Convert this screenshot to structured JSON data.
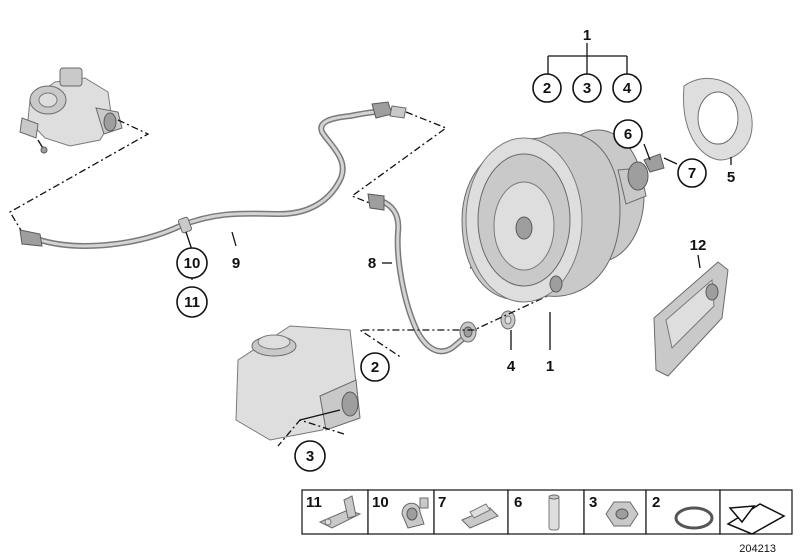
{
  "diagram": {
    "id_number": "204213",
    "callouts": {
      "top_group": "1",
      "sub_a": "2",
      "sub_b": "3",
      "sub_c": "4",
      "gasket": "5",
      "pin": "6",
      "clip": "7",
      "pipe": "8",
      "hose": "9",
      "clamp": "10",
      "bracket_clip": "11",
      "bracket": "12",
      "booster": "1",
      "seal": "4",
      "oring": "2",
      "nut": "3"
    },
    "legend": [
      {
        "num": "11",
        "icon": "bracket-clip-icon"
      },
      {
        "num": "10",
        "icon": "hose-clamp-icon"
      },
      {
        "num": "7",
        "icon": "spring-clip-icon"
      },
      {
        "num": "6",
        "icon": "pin-icon"
      },
      {
        "num": "3",
        "icon": "hex-nut-icon"
      },
      {
        "num": "2",
        "icon": "o-ring-icon"
      },
      {
        "num": "",
        "icon": "arrow-indicator-icon"
      }
    ]
  }
}
